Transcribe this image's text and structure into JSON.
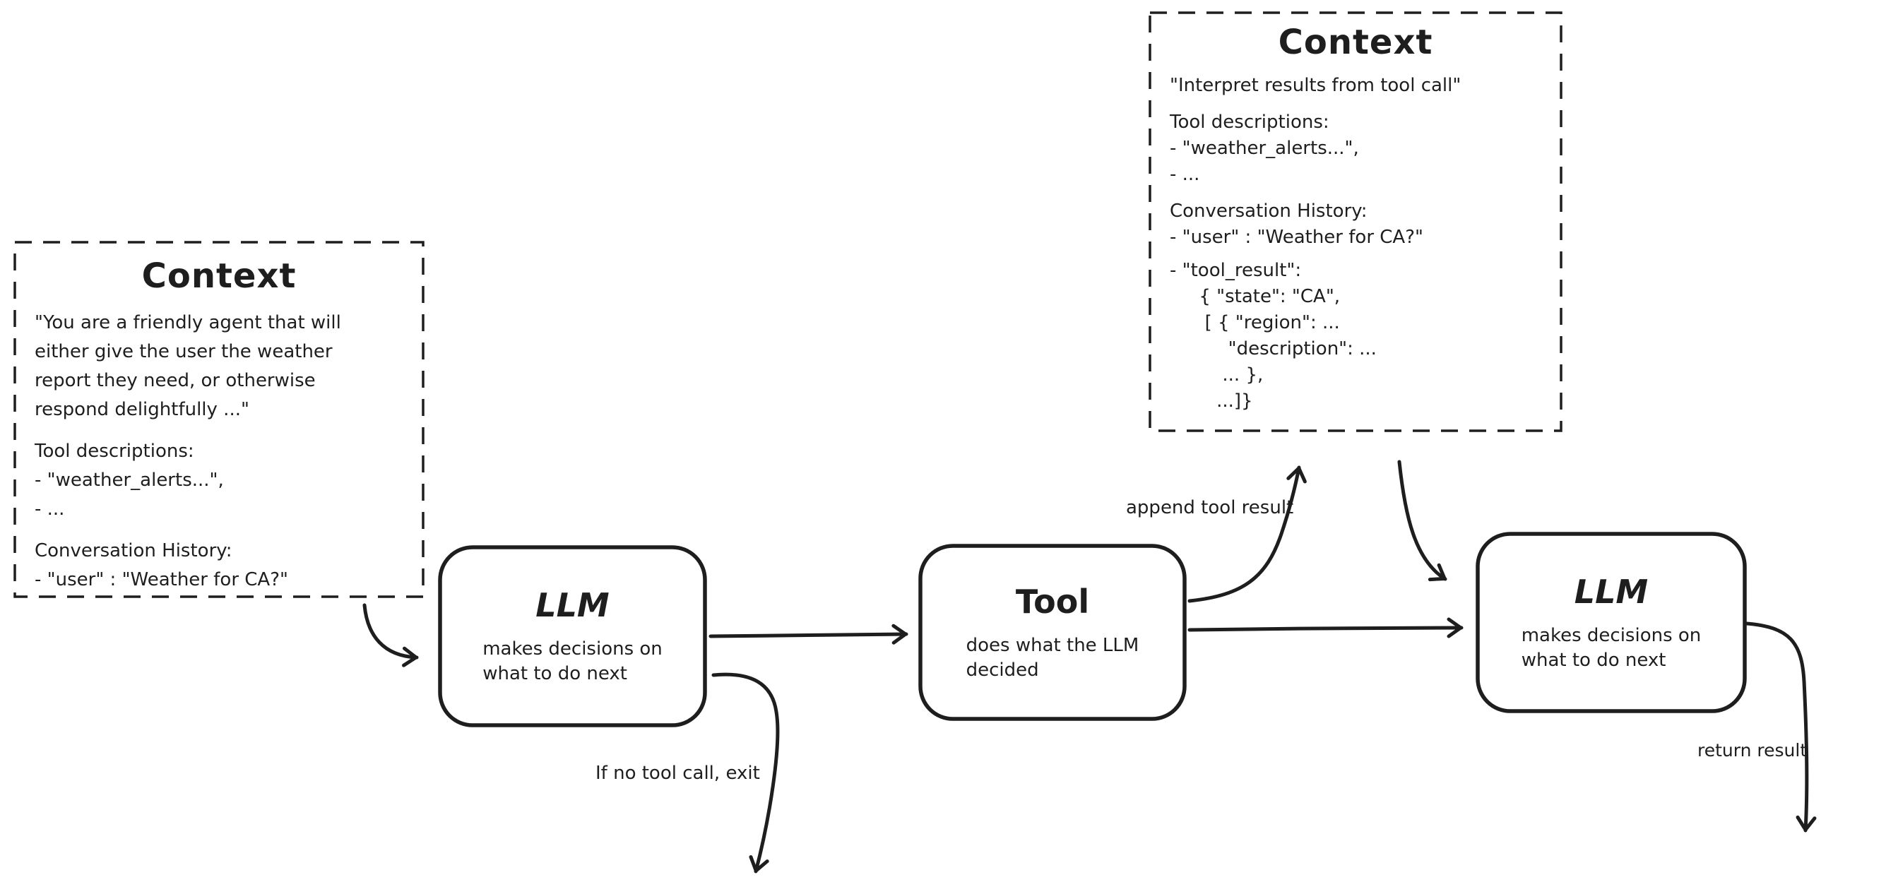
{
  "diagram": {
    "colors": {
      "stroke": "#1e1e1e",
      "background": "#ffffff"
    },
    "context_left": {
      "title": "Context",
      "p1": [
        "\"You are a friendly agent that will",
        "either give the user the weather",
        "report they need, or otherwise",
        "respond delightfully ...\""
      ],
      "p2": [
        "Tool descriptions:",
        "- \"weather_alerts...\",",
        "- ..."
      ],
      "p3": [
        "Conversation History:",
        "- \"user\" : \"Weather for CA?\""
      ]
    },
    "context_right": {
      "title": "Context",
      "p1": [
        "\"Interpret results from tool call\""
      ],
      "p2": [
        "Tool descriptions:",
        "- \"weather_alerts...\",",
        "- ..."
      ],
      "p3": [
        "Conversation History:",
        "- \"user\" : \"Weather for CA?\""
      ],
      "p4": [
        "- \"tool_result\":",
        "     { \"state\": \"CA\",",
        "      [ { \"region\": ...",
        "          \"description\": ...",
        "         ... },",
        "        ...]}"
      ]
    },
    "nodes": {
      "llm1": {
        "title": "LLM",
        "lines": [
          "makes decisions on",
          "what to do next"
        ]
      },
      "tool": {
        "title": "Tool",
        "lines": [
          "does what the LLM",
          "decided"
        ]
      },
      "llm2": {
        "title": "LLM",
        "lines": [
          "makes decisions on",
          "what to do next"
        ]
      }
    },
    "edge_labels": {
      "append_tool_result": "append tool result",
      "if_no_tool_call_exit": "If no tool call, exit",
      "return_result": "return result"
    }
  }
}
